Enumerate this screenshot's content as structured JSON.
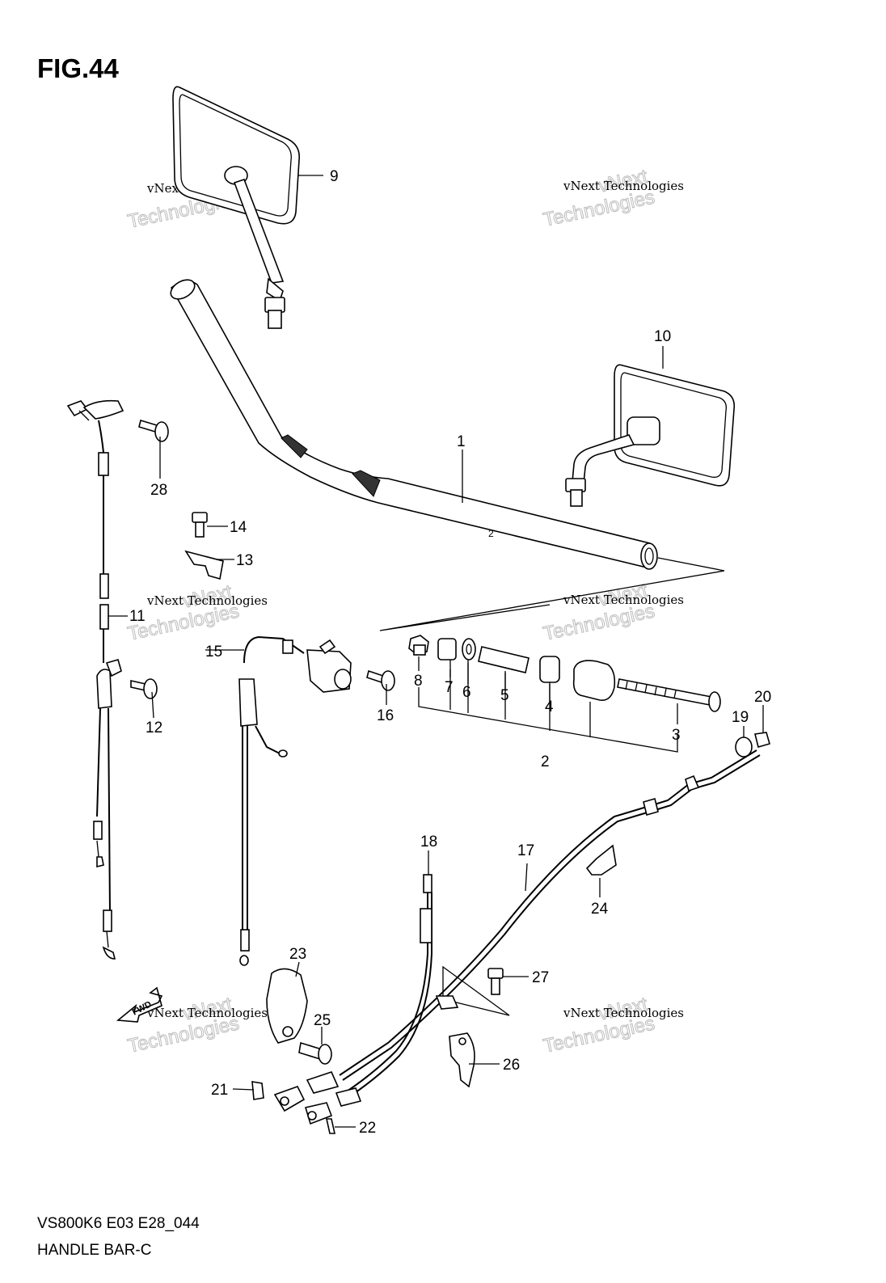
{
  "figure": {
    "title": "FIG.44",
    "code": "VS800K6 E03 E28_044",
    "name": "HANDLE BAR-C"
  },
  "watermark": {
    "line1": "vNext Technologies",
    "line2_a": "vNext",
    "line2_b": "Technologies"
  },
  "fwd_label": "FWD",
  "callouts": [
    {
      "id": "1",
      "label": "1"
    },
    {
      "id": "2",
      "label": "2"
    },
    {
      "id": "3",
      "label": "3"
    },
    {
      "id": "4",
      "label": "4"
    },
    {
      "id": "5",
      "label": "5"
    },
    {
      "id": "6",
      "label": "6"
    },
    {
      "id": "7",
      "label": "7"
    },
    {
      "id": "8",
      "label": "8"
    },
    {
      "id": "9",
      "label": "9"
    },
    {
      "id": "10",
      "label": "10"
    },
    {
      "id": "11",
      "label": "11"
    },
    {
      "id": "12",
      "label": "12"
    },
    {
      "id": "13",
      "label": "13"
    },
    {
      "id": "14",
      "label": "14"
    },
    {
      "id": "15",
      "label": "15"
    },
    {
      "id": "16",
      "label": "16"
    },
    {
      "id": "17",
      "label": "17"
    },
    {
      "id": "18",
      "label": "18"
    },
    {
      "id": "19",
      "label": "19"
    },
    {
      "id": "20",
      "label": "20"
    },
    {
      "id": "21",
      "label": "21"
    },
    {
      "id": "22",
      "label": "22"
    },
    {
      "id": "23",
      "label": "23"
    },
    {
      "id": "24",
      "label": "24"
    },
    {
      "id": "25",
      "label": "25"
    },
    {
      "id": "26",
      "label": "26"
    },
    {
      "id": "27",
      "label": "27"
    },
    {
      "id": "28",
      "label": "28"
    }
  ]
}
